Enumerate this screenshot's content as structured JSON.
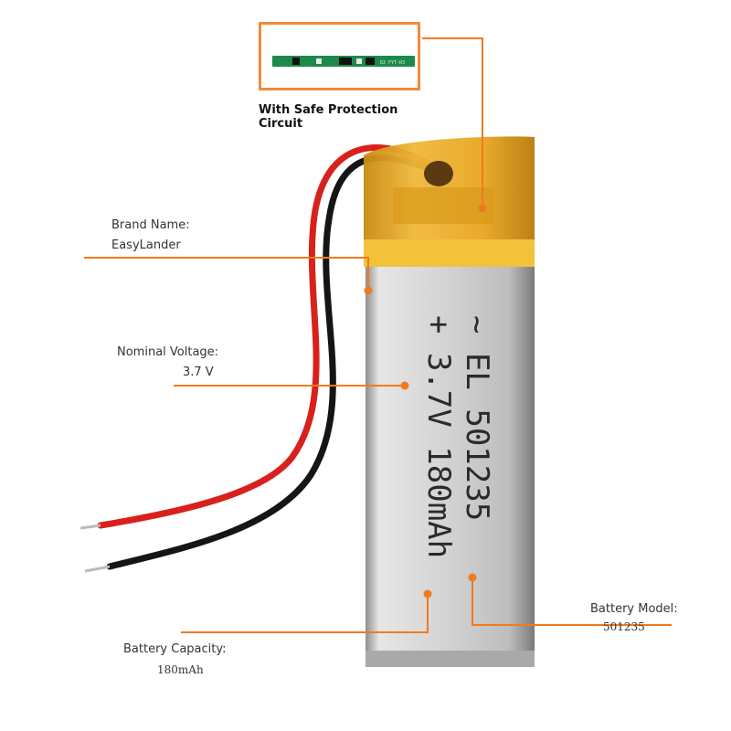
{
  "pcb": {
    "caption": "With Safe Protection Circuit",
    "board_text": "D2 FYT-R3"
  },
  "battery": {
    "print_line1": "~ EL 501235",
    "print_line2": "+ 3.7V 180mAh"
  },
  "callouts": {
    "brand": {
      "title": "Brand Name:",
      "value": "EasyLander"
    },
    "voltage": {
      "title": "Nominal Voltage:",
      "value": "3.7 V"
    },
    "capacity": {
      "title": "Battery  Capacity:",
      "value": "180mAh"
    },
    "model": {
      "title": "Battery Model:",
      "value": "501235"
    }
  },
  "colors": {
    "accent": "#f07a20",
    "wrap": "#e8a520",
    "cell": "#c9c9c9",
    "wire_red": "#d8211d",
    "wire_black": "#151515"
  }
}
